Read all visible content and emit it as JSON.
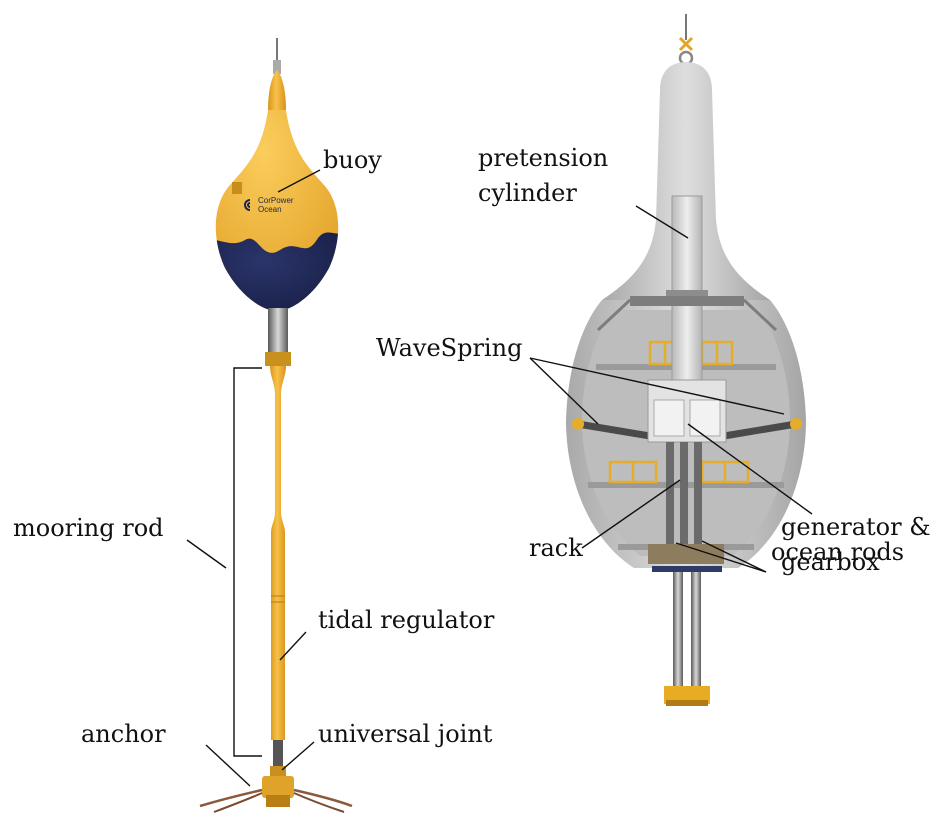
{
  "labels": {
    "buoy": "buoy",
    "mooring_rod": "mooring rod",
    "tidal_regulator": "tidal regulator",
    "anchor": "anchor",
    "universal_joint": "universal joint",
    "pretension_line1": "pretension",
    "pretension_line2": "cylinder",
    "wavespring": "WaveSpring",
    "rack": "rack",
    "generator_line1": "generator &",
    "generator_line2": "gearbox",
    "ocean_rods": "ocean rods"
  },
  "logo": {
    "line1": "CorPower",
    "line2": "Ocean"
  },
  "colors": {
    "buoy_yellow": "#f2b632",
    "buoy_navy": "#1e2550",
    "rod_yellow": "#f0b334",
    "cutaway_gray": "#c9c9c9",
    "metal": "#8a8a8a"
  }
}
